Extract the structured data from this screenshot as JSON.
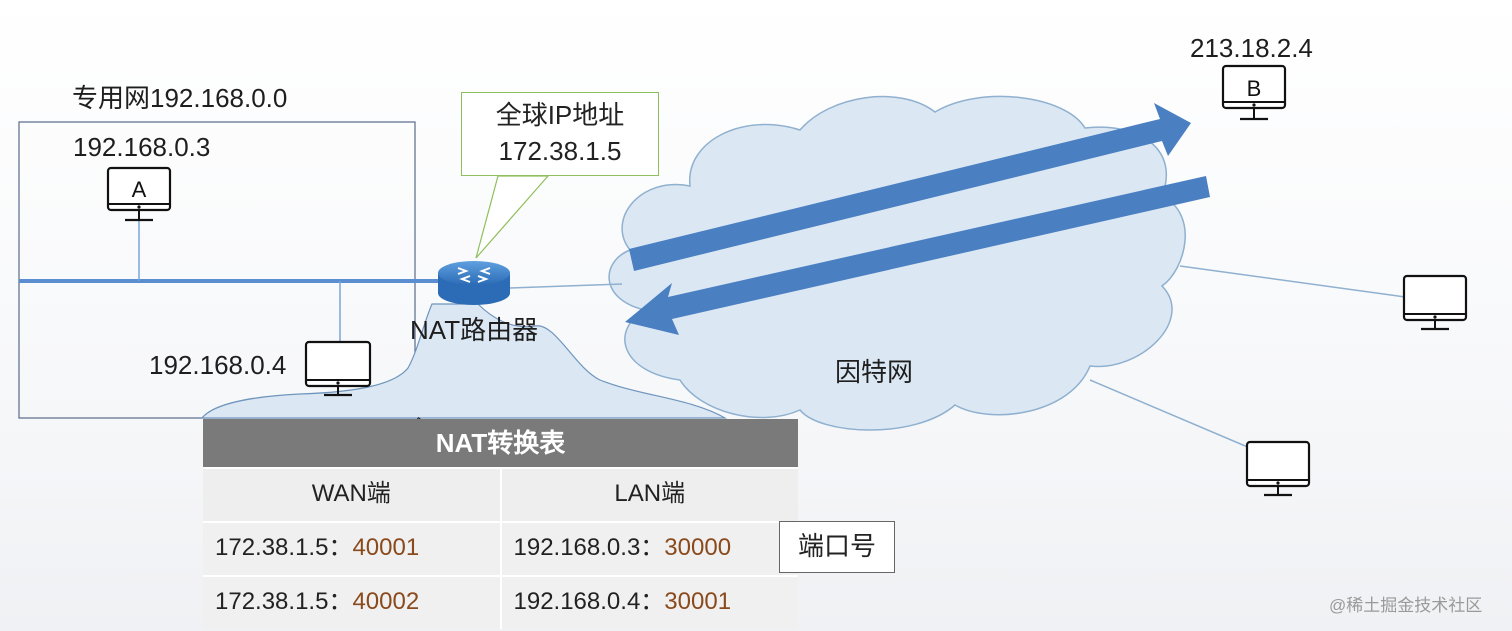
{
  "private_network": {
    "label": "专用网192.168.0.0"
  },
  "hosts": {
    "a": {
      "ip": "192.168.0.3",
      "name": "A"
    },
    "a2": {
      "ip": "192.168.0.4"
    },
    "b": {
      "ip": "213.18.2.4",
      "name": "B"
    }
  },
  "router": {
    "label": "NAT路由器"
  },
  "callout": {
    "line1": "全球IP地址",
    "line2": "172.38.1.5"
  },
  "internet": {
    "label": "因特网"
  },
  "nat_table": {
    "title": "NAT转换表",
    "headers": [
      "WAN端",
      "LAN端"
    ],
    "rows": [
      {
        "wan_ip": "172.38.1.5：",
        "wan_port": "40001",
        "lan_ip": "192.168.0.3：",
        "lan_port": "30000"
      },
      {
        "wan_ip": "172.38.1.5：",
        "wan_port": "40002",
        "lan_ip": "192.168.0.4：",
        "lan_port": "30001"
      }
    ]
  },
  "port_label": "端口号",
  "watermark": "@稀土掘金技术社区",
  "colors": {
    "arrow": "#4a7fc1",
    "cloud": "#dbe8f4",
    "cloud_stroke": "#8fb0cf",
    "lan_line": "#5b8ed0"
  }
}
